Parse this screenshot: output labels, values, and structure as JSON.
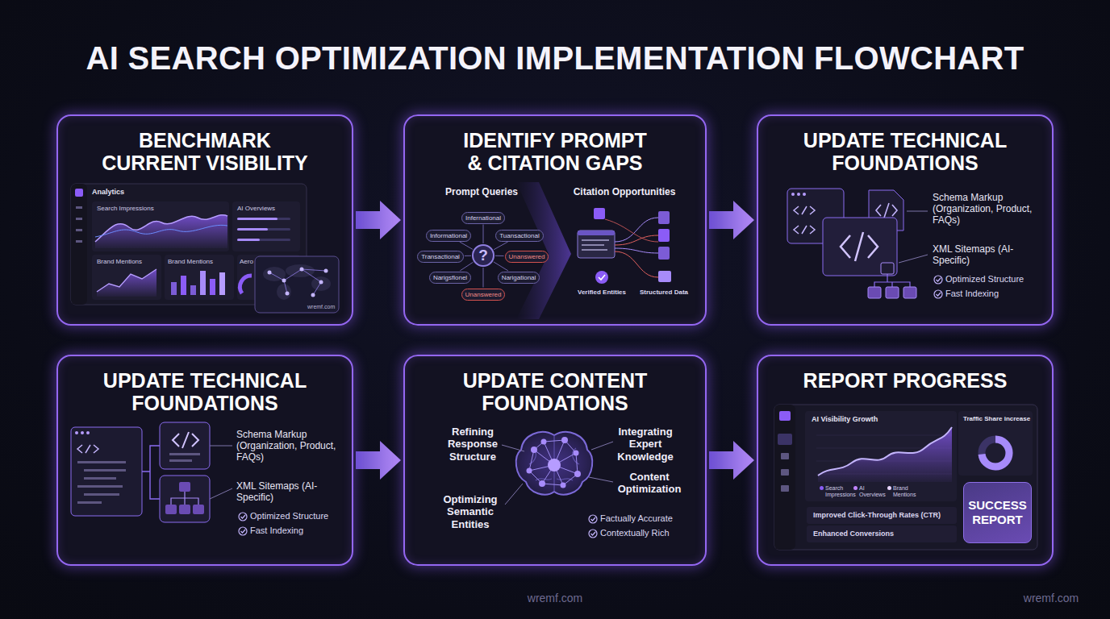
{
  "diagram": {
    "title": "AI SEARCH OPTIMIZATION IMPLEMENTATION FLOWCHART",
    "nodes": [
      {
        "text": [
          "BENCHMARK CURRENT VISIBILITY"
        ]
      },
      {
        "text": [
          "IDENTIFY PROMPT & CITATION GAPS"
        ]
      },
      {
        "text": [
          "Infernational"
        ],
        "in": 1
      },
      {
        "text": [
          "Informational"
        ],
        "in": 1
      },
      {
        "text": [
          "Tuansactional"
        ],
        "in": 1
      },
      {
        "text": [
          "Transactional"
        ],
        "in": 1
      },
      {
        "text": [
          "Unanswered"
        ],
        "in": 1
      },
      {
        "text": [
          "Narigsflonel"
        ],
        "in": 1
      },
      {
        "text": [
          "Narigational"
        ],
        "in": 1
      },
      {
        "text": [
          "Unanswered"
        ],
        "in": 1
      },
      {
        "text": [
          "?"
        ],
        "in": 1
      },
      {
        "text": [
          "UPDATE TECHNICAL FOUNDATIONS"
        ]
      },
      {
        "text": [
          "UPDATE TECHNICAL FOUNDATIONS"
        ]
      },
      {
        "text": [
          "UPDATE CONTENT FOUNDATIONS"
        ]
      },
      {
        "text": [
          "REPORT PROGRESS"
        ]
      },
      {
        "text": [
          "SUCCESS REPORT"
        ],
        "in": 14
      }
    ],
    "edges": [
      {
        "from": 0,
        "to": 1,
        "arrow": "to"
      },
      {
        "from": 1,
        "to": 11,
        "arrow": "to"
      },
      {
        "from": 12,
        "to": 13,
        "arrow": "to"
      },
      {
        "from": 13,
        "to": 14,
        "arrow": "to"
      },
      {
        "from": 10,
        "to": 2,
        "arrow": "none"
      },
      {
        "from": 10,
        "to": 3,
        "arrow": "none"
      },
      {
        "from": 10,
        "to": 4,
        "arrow": "none"
      },
      {
        "from": 10,
        "to": 5,
        "arrow": "none"
      },
      {
        "from": 10,
        "to": 6,
        "arrow": "none"
      },
      {
        "from": 10,
        "to": 7,
        "arrow": "none"
      },
      {
        "from": 10,
        "to": 8,
        "arrow": "none"
      },
      {
        "from": 10,
        "to": 9,
        "arrow": "none"
      }
    ],
    "labels": [
      "Analytics",
      "Search Impressions",
      "AI Overviews",
      "Brand Mentions",
      "Brand Mentions",
      "Aero",
      "wremf.com",
      "Prompt Queries",
      "Citation Opportunities",
      "Verified Entities",
      "Structured Data",
      "Schema Markup (Organization, Product, FAQs)",
      "XML Sitemaps (AI-Specific)",
      "Optimized Structure",
      "Fast Indexing",
      "Schema Markup (Organization, Product, FAQs)",
      "XML Sitemaps (AI-Specific)",
      "Optimized Structure",
      "Fast Indexing",
      "Refining Response Structure",
      "Integrating Expert Knowledge",
      "Content Optimization",
      "Optimizing Semantic Entities",
      "Factually Accurate",
      "Contextually Rich",
      "AI Visibility Growth",
      "Traffic Share increase",
      "Improved Click-Through Rates (CTR)",
      "Enhanced Conversions",
      "wremf.com",
      "wremf.com"
    ],
    "legend": [
      {
        "text": "Search Impressions",
        "color": "#8b5cf6"
      },
      {
        "text": "AI Overviews",
        "color": "#c084fc"
      },
      {
        "text": "Brand Mentions",
        "color": "#e9d5ff"
      }
    ]
  }
}
